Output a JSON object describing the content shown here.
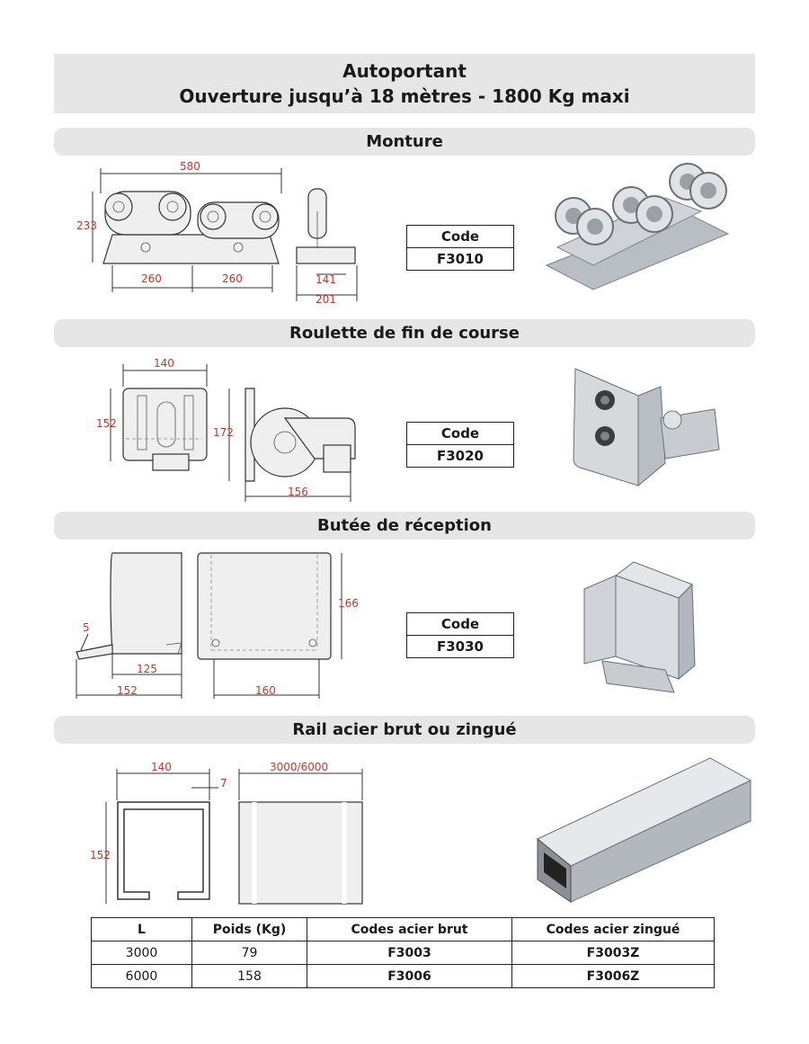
{
  "header": {
    "line1": "Autoportant",
    "line2": "Ouverture jusqu’à 18 mètres - 1800 Kg maxi"
  },
  "sections": [
    {
      "title": "Monture",
      "code_label": "Code",
      "code": "F3010",
      "dims": {
        "width": "580",
        "height": "233",
        "left": "260",
        "right": "260",
        "side_inner": "141",
        "side_outer": "201"
      }
    },
    {
      "title": "Roulette de fin de course",
      "code_label": "Code",
      "code": "F3020",
      "dims": {
        "width": "140",
        "height": "152",
        "side_height": "172",
        "side_width": "156"
      }
    },
    {
      "title": "Butée de réception",
      "code_label": "Code",
      "code": "F3030",
      "dims": {
        "thickness": "5",
        "inner": "125",
        "outer": "152",
        "height": "166",
        "width": "160"
      }
    },
    {
      "title": "Rail acier brut ou zingué",
      "dims": {
        "width": "140",
        "gap": "7",
        "length": "3000/6000",
        "height": "152"
      }
    }
  ],
  "table": {
    "headers": [
      "L",
      "Poids (Kg)",
      "Codes acier brut",
      "Codes acier zingué"
    ],
    "rows": [
      [
        "3000",
        "79",
        "F3003",
        "F3003Z"
      ],
      [
        "6000",
        "158",
        "F3006",
        "F3006Z"
      ]
    ]
  }
}
